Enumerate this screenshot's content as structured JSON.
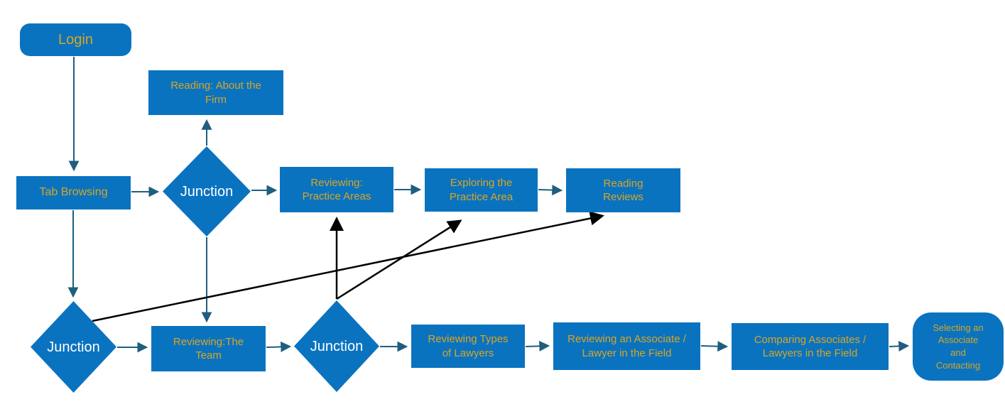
{
  "diagram": {
    "nodes": {
      "login": "Login",
      "reading_about_firm": "Reading: About the Firm",
      "tab_browsing": "Tab Browsing",
      "junction1": "Junction",
      "reviewing_practice_areas": "Reviewing: Practice Areas",
      "exploring_practice_area": "Exploring the Practice Area",
      "reading_reviews": "Reading Reviews",
      "junction2": "Junction",
      "reviewing_the_team": "Reviewing:The Team",
      "junction3": "Junction",
      "reviewing_types_of_lawyers": "Reviewing Types of Lawyers",
      "reviewing_an_associate": "Reviewing an Associate / Lawyer in the Field",
      "comparing_associates": "Comparing Associates / Lawyers in the Field",
      "selecting_an_associate": "Selecting an Associate and Contacting"
    },
    "colors": {
      "node_fill": "#0a73c0",
      "label_yellow": "#d9a521",
      "label_white": "#ffffff",
      "connector_teal": "#1f5e7e",
      "connector_black": "#000000",
      "page_bg": "#ffffff"
    }
  }
}
